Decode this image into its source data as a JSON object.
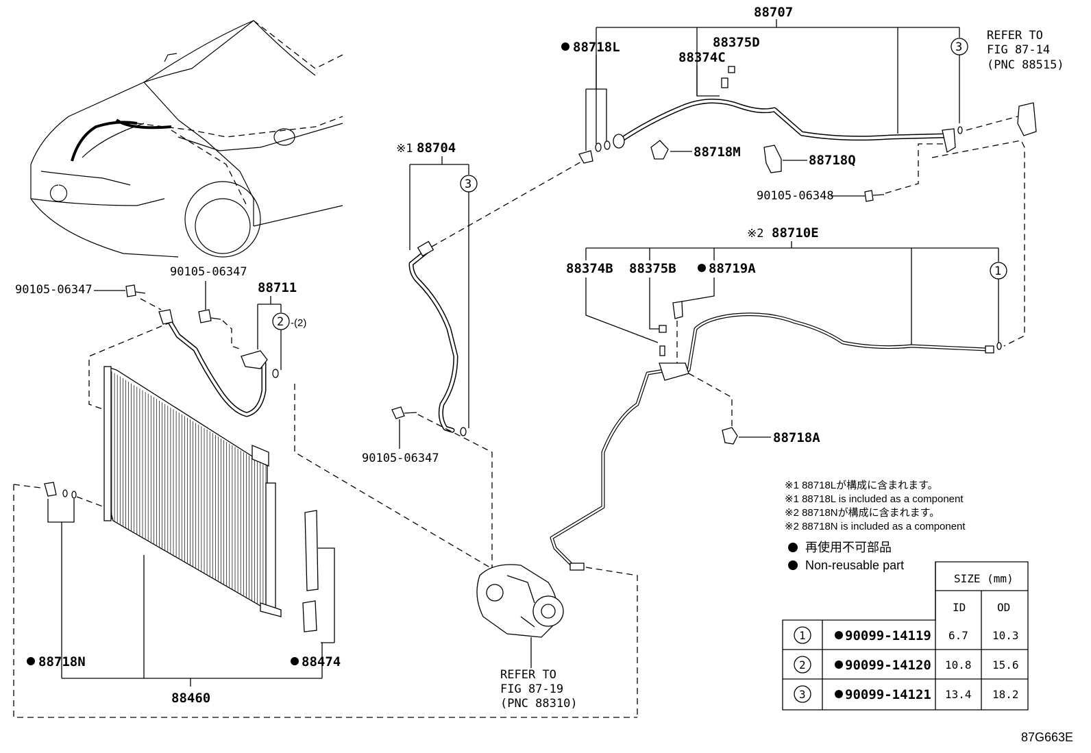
{
  "diagram_code": "87G663E",
  "labels": {
    "assy_88707": "88707",
    "p88718L": "88718L",
    "p88375D": "88375D",
    "p88374C": "88374C",
    "p88718M": "88718M",
    "p88718Q": "88718Q",
    "bolt_90105_06348": "90105-06348",
    "refer_1_line1": "REFER TO",
    "refer_1_line2": "FIG 87-14",
    "refer_1_line3": "(PNC 88515)",
    "assy_88704": "88704",
    "assy_88704_mark": "※1",
    "assy_88710E": "88710E",
    "assy_88710E_mark": "※2",
    "p88374B": "88374B",
    "p88375B": "88375B",
    "p88719A": "88719A",
    "p88718A": "88718A",
    "bolt_90105_06347_a": "90105-06347",
    "bolt_90105_06347_b": "90105-06347",
    "bolt_90105_06347_c": "90105-06347",
    "p88711": "88711",
    "p88711_qty": "-(2)",
    "p88718N": "88718N",
    "p88474": "88474",
    "p88460": "88460",
    "refer_2_line1": "REFER TO",
    "refer_2_line2": "FIG 87-19",
    "refer_2_line3": "(PNC 88310)"
  },
  "circled_numbers": {
    "c3_top": "3",
    "c3_mid": "3",
    "c1": "1",
    "c2": "2"
  },
  "notes": [
    "※1 88718Lが構成に含まれます。",
    "※1 88718L is included as a component",
    "※2 88718Nが構成に含まれます。",
    "※2 88718N is included as a component"
  ],
  "legend": {
    "non_reusable_ja": "再使用不可部品",
    "non_reusable_en": "Non-reusable part"
  },
  "size_table": {
    "header": "SIZE (mm)",
    "col_id": "ID",
    "col_od": "OD",
    "rows": [
      {
        "ring": "1",
        "part": "90099-14119",
        "id": "6.7",
        "od": "10.3"
      },
      {
        "ring": "2",
        "part": "90099-14120",
        "id": "10.8",
        "od": "15.6"
      },
      {
        "ring": "3",
        "part": "90099-14121",
        "id": "13.4",
        "od": "18.2"
      }
    ]
  }
}
